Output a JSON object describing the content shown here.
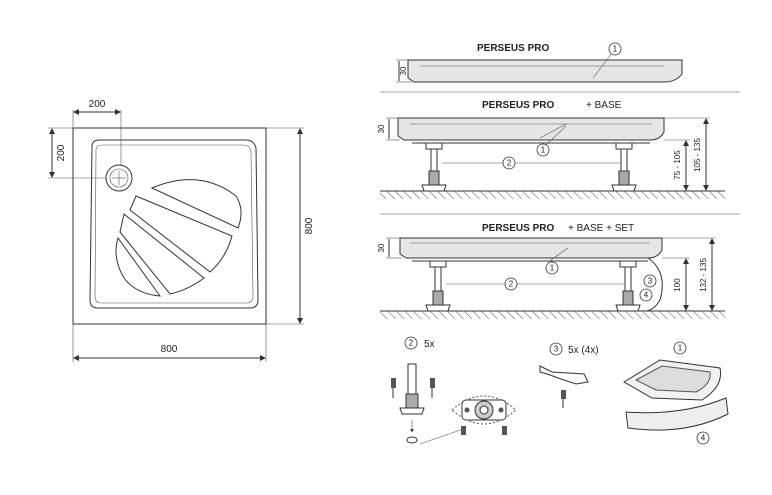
{
  "plan": {
    "dim_top": "200",
    "dim_left": "200",
    "dim_right": "800",
    "dim_bottom": "800"
  },
  "panels": [
    {
      "title": "PERSEUS PRO",
      "suffix": "",
      "dim_thickness": "30",
      "callout_tray": "1"
    },
    {
      "title": "PERSEUS PRO",
      "suffix": "+ BASE",
      "dim_thickness": "30",
      "callout_tray": "1",
      "callout_legs": "2",
      "dim_legs": "75 - 105",
      "dim_total": "105 - 135"
    },
    {
      "title": "PERSEUS PRO",
      "suffix": "+ BASE + SET",
      "dim_thickness": "30",
      "callout_tray": "1",
      "callout_legs": "2",
      "callout_clip": "3",
      "callout_panel": "4",
      "dim_legs": "100",
      "dim_total": "132 - 135"
    }
  ],
  "parts": {
    "legs": {
      "num": "2",
      "qty": "5x"
    },
    "clips": {
      "num": "3",
      "qty": "5x (4x)"
    },
    "tray": {
      "num": "1"
    },
    "panel": {
      "num": "4"
    }
  },
  "colors": {
    "line": "#333333",
    "hatch": "#555555",
    "tray_fill": "#e6e6e6"
  }
}
